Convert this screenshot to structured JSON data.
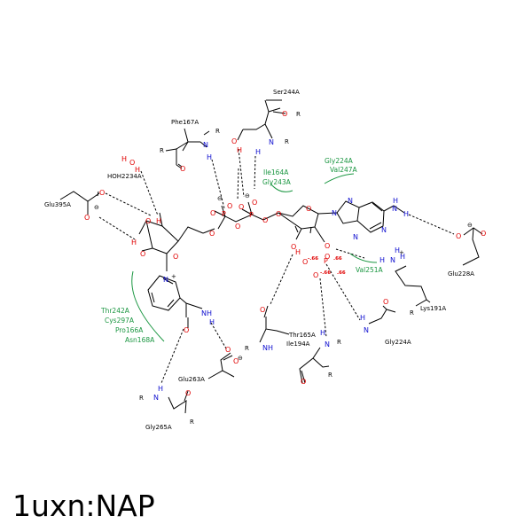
{
  "title": "1uxn:NAP",
  "residues": {
    "ser244": "Ser244A",
    "phe167": "Phe167A",
    "hoh2234": "HOH2234A",
    "glu395": "Glu395A",
    "ile164": "Ile164A",
    "gly243": "Gly243A",
    "gly224_top": "Gly224A",
    "val247": "Val247A",
    "val251": "Val251A",
    "glu228": "Glu228A",
    "lys191": "Lys191A",
    "thr242": "Thr242A",
    "cys297": "Cys297A",
    "pro166": "Pro166A",
    "asn168": "Asn168A",
    "thr165": "Thr165A",
    "ile194": "Ile194A",
    "gly224_bottom": "Gly224A",
    "glu263": "Glu263A",
    "gly265": "Gly265A"
  },
  "distances": {
    "d1": "-.66",
    "d2": ".66",
    "d3": "-.66",
    "d4": ".66"
  },
  "atoms": {
    "o": "O",
    "n": "N",
    "h": "H",
    "p": "P",
    "r": "R",
    "nh": "NH",
    "minus": "⊖",
    "plus": "+"
  },
  "colors": {
    "oxygen": "#e00000",
    "nitrogen": "#1010d0",
    "hydrophobic": "#1a9641",
    "bond": "#000000"
  }
}
